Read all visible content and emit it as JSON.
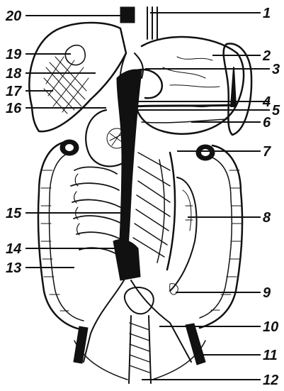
{
  "figure": {
    "labels_left": [
      "20",
      "19",
      "18",
      "17",
      "16",
      "15",
      "14",
      "13"
    ],
    "labels_right": [
      "1",
      "2",
      "3",
      "4",
      "5",
      "6",
      "7",
      "8",
      "9",
      "10",
      "11",
      "12"
    ]
  }
}
